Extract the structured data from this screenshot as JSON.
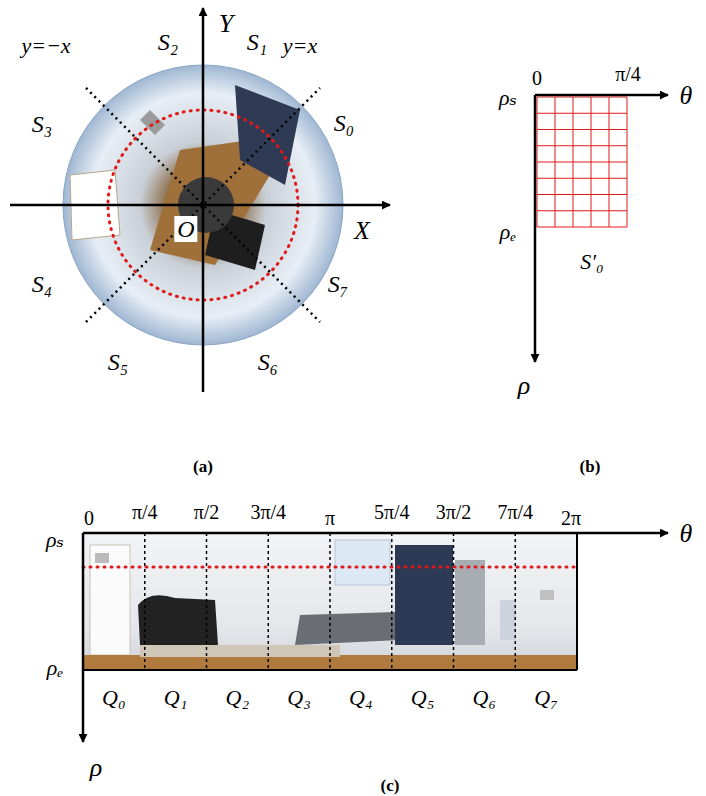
{
  "diagram": {
    "labels": [
      "Y",
      "X",
      "O",
      "y=−x",
      "y=x",
      "S₀",
      "S₁",
      "S₂",
      "S₃",
      "S₄",
      "S₅",
      "S₆",
      "S₇",
      "(a)",
      "ρₛ",
      "0",
      "π/4",
      "θ",
      "ρₑ",
      "S′₀",
      "ρ",
      "(b)",
      "ρₛ",
      "0",
      "π/4",
      "π/2",
      "3π/4",
      "π",
      "5π/4",
      "3π/2",
      "7π/4",
      "2π",
      "θ",
      "ρₑ",
      "Q₀",
      "Q₁",
      "Q₂",
      "Q₃",
      "Q₄",
      "Q₅",
      "Q₆",
      "Q₇",
      "ρ",
      "(c)"
    ]
  }
}
